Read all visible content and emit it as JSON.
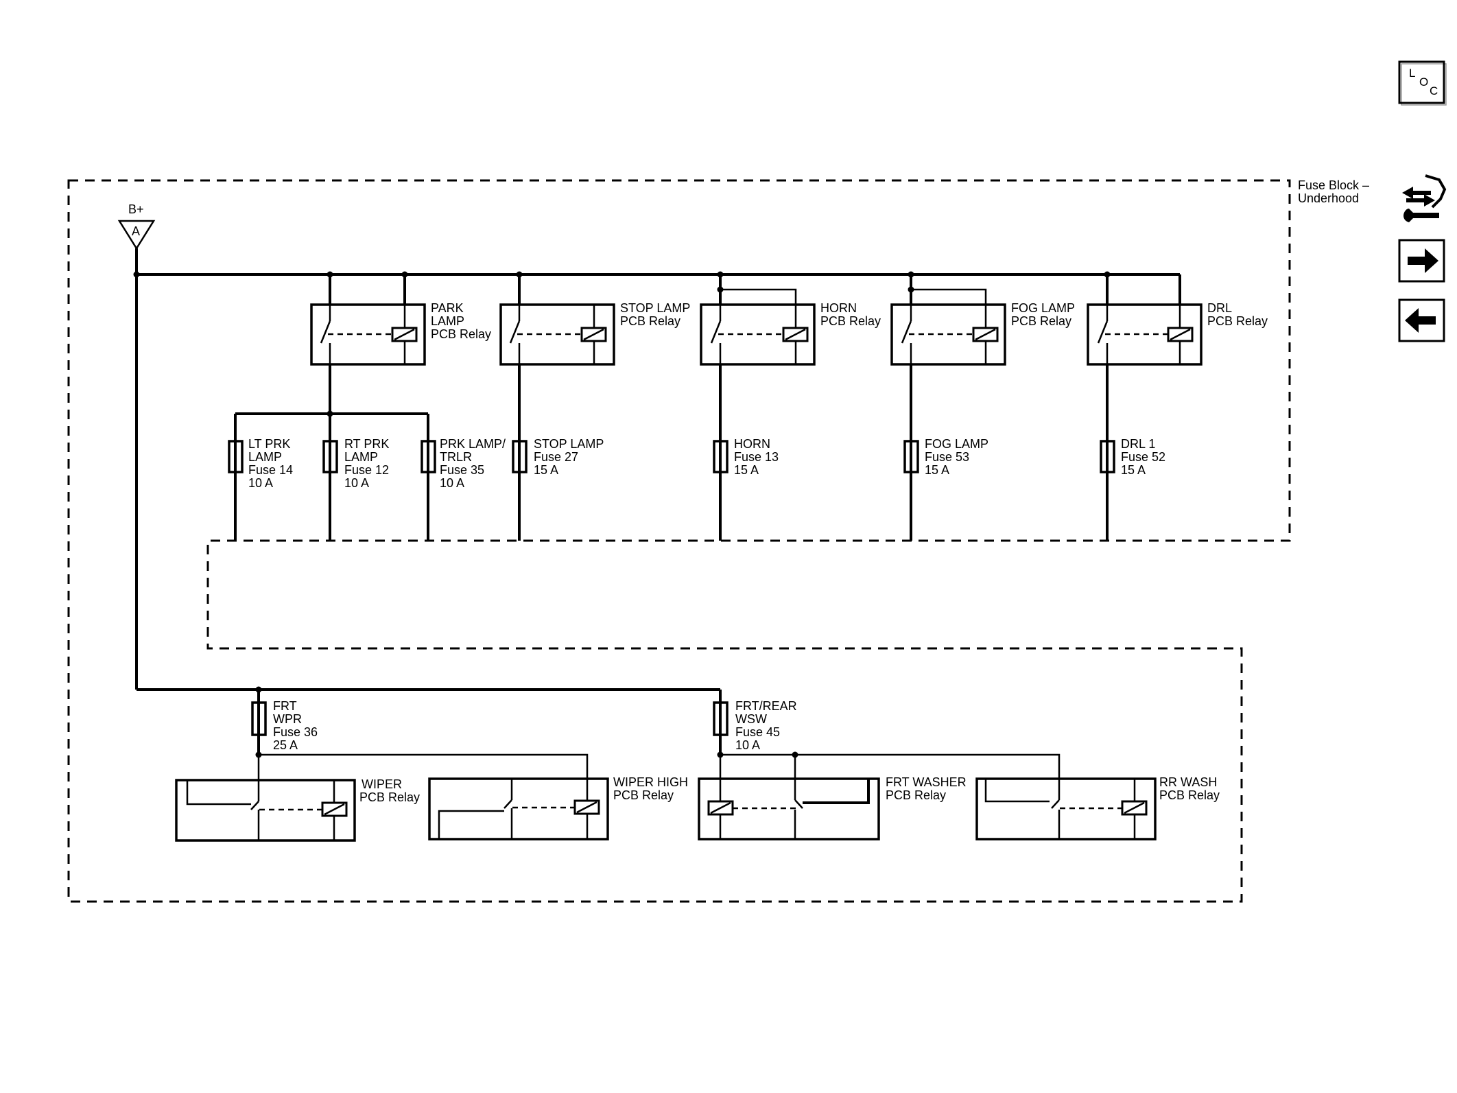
{
  "fuse_block": {
    "title_line1": "Fuse Block –",
    "title_line2": "Underhood"
  },
  "battery": {
    "label": "B+",
    "connector": "A"
  },
  "loc_icon": {
    "l": "L",
    "o": "O",
    "c": "C"
  },
  "nav": {
    "components_icon": "component-locator-icon",
    "next_icon": "arrow-right-icon",
    "prev_icon": "arrow-left-icon"
  },
  "relays": [
    {
      "id": "park",
      "line1": "PARK",
      "line2": "LAMP",
      "line3": "PCB Relay"
    },
    {
      "id": "stop",
      "line1": "STOP LAMP",
      "line2": "PCB Relay"
    },
    {
      "id": "horn",
      "line1": "HORN",
      "line2": "PCB Relay"
    },
    {
      "id": "fog",
      "line1": "FOG LAMP",
      "line2": "PCB Relay"
    },
    {
      "id": "drl",
      "line1": "DRL",
      "line2": "PCB Relay"
    },
    {
      "id": "wiper",
      "line1": "WIPER",
      "line2": "PCB Relay"
    },
    {
      "id": "wiper-high",
      "line1": "WIPER HIGH",
      "line2": "PCB Relay"
    },
    {
      "id": "frt-washer",
      "line1": "FRT WASHER",
      "line2": "PCB Relay"
    },
    {
      "id": "rr-wash",
      "line1": "RR WASH",
      "line2": "PCB Relay"
    }
  ],
  "fuses": [
    {
      "id": "lt-prk",
      "lines": [
        "LT PRK",
        "LAMP",
        "Fuse 14",
        "10 A"
      ]
    },
    {
      "id": "rt-prk",
      "lines": [
        "RT PRK",
        "LAMP",
        "Fuse 12",
        "10 A"
      ]
    },
    {
      "id": "prk-trlr",
      "lines": [
        "PRK LAMP/",
        "TRLR",
        "Fuse 35",
        "10 A"
      ]
    },
    {
      "id": "stop-lamp",
      "lines": [
        "STOP LAMP",
        "Fuse 27",
        "15 A"
      ]
    },
    {
      "id": "horn",
      "lines": [
        "HORN",
        "Fuse 13",
        "15 A"
      ]
    },
    {
      "id": "fog-lamp",
      "lines": [
        "FOG LAMP",
        "Fuse 53",
        "15 A"
      ]
    },
    {
      "id": "drl-1",
      "lines": [
        "DRL 1",
        "Fuse 52",
        "15 A"
      ]
    },
    {
      "id": "frt-wpr",
      "lines": [
        "FRT",
        "WPR",
        "Fuse 36",
        "25 A"
      ]
    },
    {
      "id": "frt-rear-wsw",
      "lines": [
        "FRT/REAR",
        "WSW",
        "Fuse 45",
        "10 A"
      ]
    }
  ]
}
